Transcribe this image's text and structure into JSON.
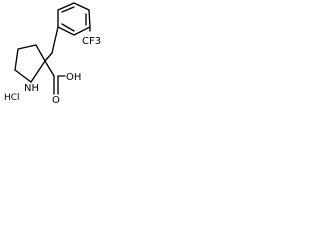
{
  "labels": {
    "cf3_group": "CF3",
    "carboxyl": "OH",
    "carbonyl_o": "O",
    "amine": "NH",
    "salt": "HCl"
  }
}
